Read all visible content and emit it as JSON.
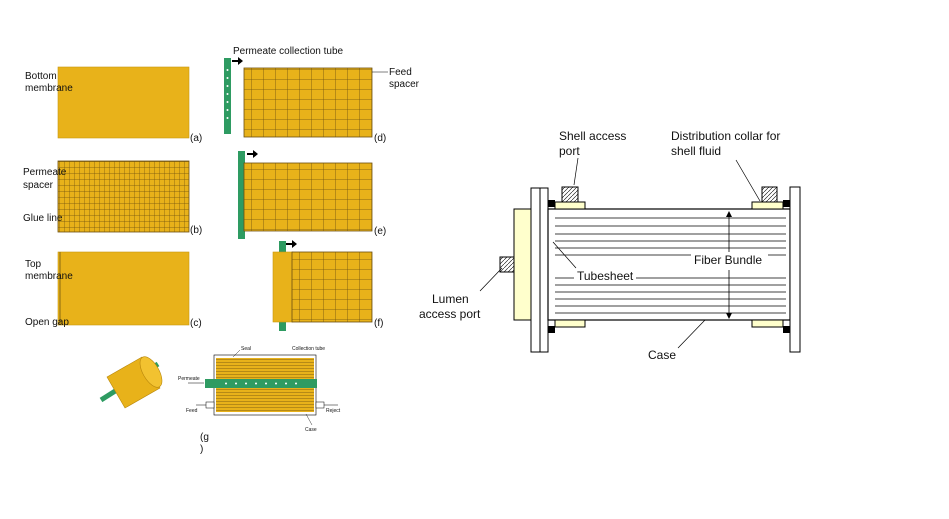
{
  "colors": {
    "membrane": "#E8B21A",
    "membrane_edge": "#C8960F",
    "grid": "#6b4f10",
    "tube": "#2E9B62",
    "case_fill": "#FFFFCC",
    "line": "#000000"
  },
  "left_figure": {
    "labels": {
      "bottom_membrane_1": "Bottom",
      "bottom_membrane_2": "membrane",
      "permeate_spacer_1": "Permeate",
      "permeate_spacer_2": "spacer",
      "glue_line": "Glue line",
      "top_membrane_1": "Top",
      "top_membrane_2": "membrane",
      "open_gap": "Open gap",
      "permeate_tube": "Permeate collection tube",
      "feed_spacer_1": "Feed",
      "feed_spacer_2": "spacer",
      "panel_a": "(a)",
      "panel_b": "(b)",
      "panel_c": "(c)",
      "panel_d": "(d)",
      "panel_e": "(e)",
      "panel_f": "(f)",
      "panel_g_1": "(g",
      "panel_g_2": ")"
    },
    "module_g": {
      "seal": "Seal",
      "collection_tube": "Collection tube",
      "permeate": "Permeate",
      "feed": "Feed",
      "reject": "Reject",
      "case": "Case"
    }
  },
  "right_figure": {
    "labels": {
      "shell_port_1": "Shell access",
      "shell_port_2": "port",
      "collar_1": "Distribution collar for",
      "collar_2": "shell fluid",
      "fiber_bundle": "Fiber Bundle",
      "tubesheet": "Tubesheet",
      "lumen_port_1": "Lumen",
      "lumen_port_2": "access port",
      "case": "Case"
    }
  }
}
